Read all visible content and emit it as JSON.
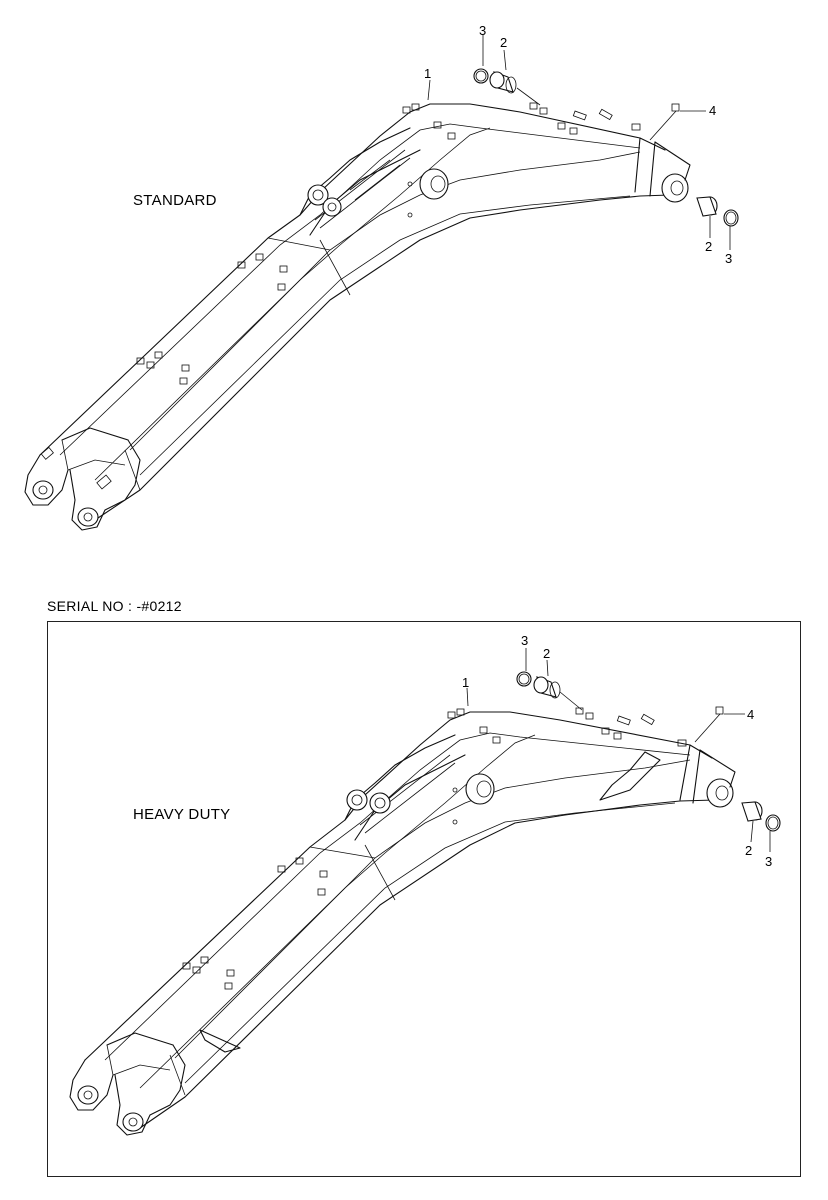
{
  "diagrams": [
    {
      "variant_label": "STANDARD",
      "callouts": [
        "1",
        "2",
        "3",
        "4",
        "2",
        "3"
      ]
    },
    {
      "serial_label": "SERIAL NO : -#0212",
      "variant_label": "HEAVY DUTY",
      "callouts": [
        "1",
        "2",
        "3",
        "4",
        "2",
        "3"
      ]
    }
  ]
}
